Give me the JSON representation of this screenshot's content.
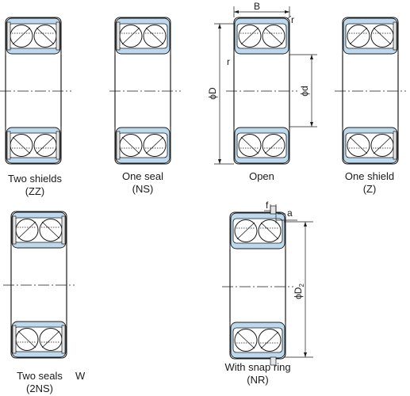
{
  "variants": [
    {
      "id": "zz",
      "line1": "Two shields",
      "line2": "(ZZ)",
      "closure": "shield"
    },
    {
      "id": "ns",
      "line1": "One seal",
      "line2": "(NS)",
      "closure": "seal-one"
    },
    {
      "id": "open",
      "line1": "Open",
      "line2": "",
      "closure": "none"
    },
    {
      "id": "z",
      "line1": "One shield",
      "line2": "(Z)",
      "closure": "shield-one"
    },
    {
      "id": "2ns",
      "line1": "Two seals",
      "line2": "(2NS)",
      "closure": "seal"
    },
    {
      "id": "nr",
      "line1": "With snap ring",
      "line2": "(NR)",
      "closure": "snap-ring"
    }
  ],
  "dimensions": {
    "width": "B",
    "radius": "r",
    "outer_diameter": "ϕD",
    "bore": "ϕd",
    "snap_ring_offset": "f",
    "snap_ring_width": "a",
    "snap_ring_diameter": "ϕD",
    "snap_ring_diameter_sub": "2"
  },
  "colors": {
    "ring_fill": "#bcd9ee",
    "line": "#1a1a1a"
  },
  "stray_glyph": "W"
}
